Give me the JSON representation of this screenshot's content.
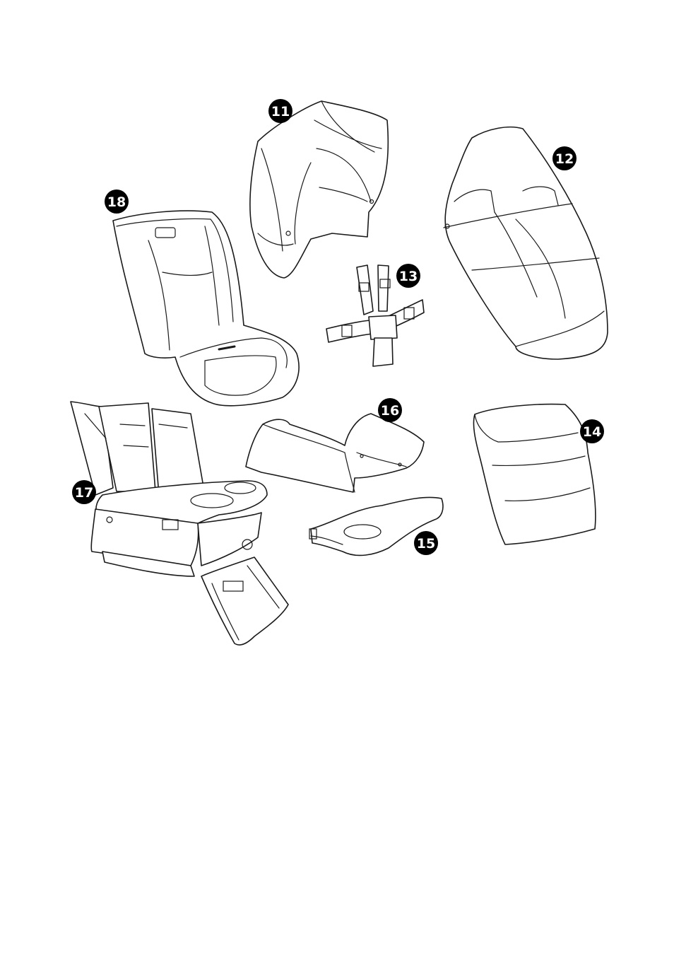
{
  "parts": [
    {
      "id": "canopy",
      "number": "11"
    },
    {
      "id": "rain-cover",
      "number": "12"
    },
    {
      "id": "harness",
      "number": "13"
    },
    {
      "id": "cushion",
      "number": "14"
    },
    {
      "id": "footrest",
      "number": "15"
    },
    {
      "id": "seat-shell",
      "number": "16"
    },
    {
      "id": "seat-frame",
      "number": "17"
    },
    {
      "id": "seat-pad",
      "number": "18"
    }
  ],
  "colors": {
    "line": "#1a1a1a",
    "badge": "#000000",
    "badge_text": "#ffffff",
    "background": "#ffffff"
  }
}
